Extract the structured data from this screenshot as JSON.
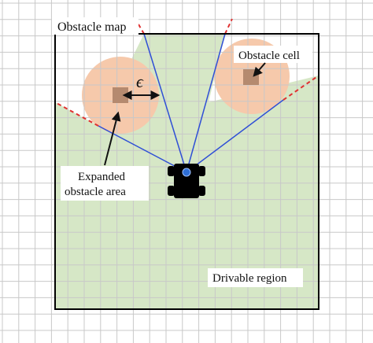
{
  "labels": {
    "map_title": "Obstacle map",
    "obstacle_cell": "Obstacle cell",
    "expanded_line1": "Expanded",
    "expanded_line2": "obstacle area",
    "drivable_region": "Drivable region",
    "epsilon": "ϵ"
  },
  "colors": {
    "background": "#ffffff",
    "grid_line": "#c8c8c8",
    "drivable_fill": "#d6e7c6",
    "expanded_area_fill": "#f6c9ab",
    "obstacle_cell_fill": "#b58a6f",
    "ray_line": "#2f4fd6",
    "ray_boundary_dashed": "#e03030",
    "map_border": "#000000",
    "robot_body": "#000000",
    "robot_sensor": "#2f6fd6"
  },
  "elements": {
    "obstacles": [
      {
        "name": "left-obstacle",
        "has_epsilon_radius": true
      },
      {
        "name": "right-obstacle",
        "has_epsilon_radius": false
      }
    ],
    "rays_from_robot": 4,
    "dashed_boundary_segments": 4
  }
}
